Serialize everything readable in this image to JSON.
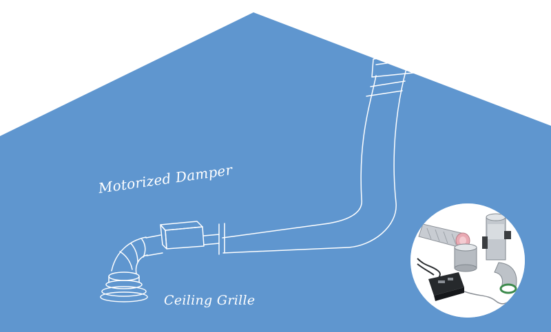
{
  "labels": {
    "damper": "Motorized Damper",
    "grille": "Ceiling Grille"
  },
  "colors": {
    "house_fill": "#5f96cf",
    "line": "#ffffff",
    "photo_bg": "#ffffff",
    "metal": "#b9bec4",
    "insulation_pink": "#e9a9b3",
    "black_box": "#26292c",
    "green_ring": "#3c8a4c"
  },
  "icons": {
    "roof_vent": "roof-vent-icon",
    "duct": "flex-duct-icon",
    "damper": "motorized-damper-icon",
    "elbow": "duct-elbow-icon",
    "grille": "ceiling-grille-icon",
    "kit": "product-kit-photo"
  }
}
